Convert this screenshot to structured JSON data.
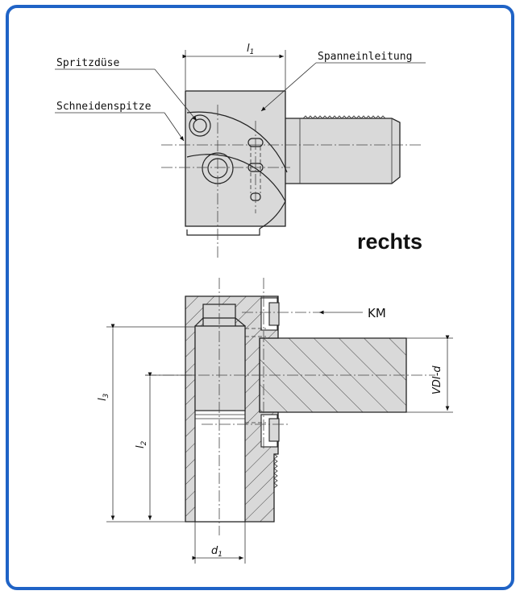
{
  "labels": {
    "nozzle": "Spritzdüse",
    "cutting_tip": "Schneidenspitze",
    "clamping": "Spanneinleitung",
    "side": "rechts",
    "km": "KM"
  },
  "dimensions": {
    "l1": "l",
    "l1_sub": "1",
    "l2": "l",
    "l2_sub": "2",
    "l3": "l",
    "l3_sub": "3",
    "d1": "d",
    "d1_sub": "1",
    "vdi": "VDI-d"
  },
  "colors": {
    "frame": "#1f63c6",
    "body_fill": "#d9d9d9"
  }
}
